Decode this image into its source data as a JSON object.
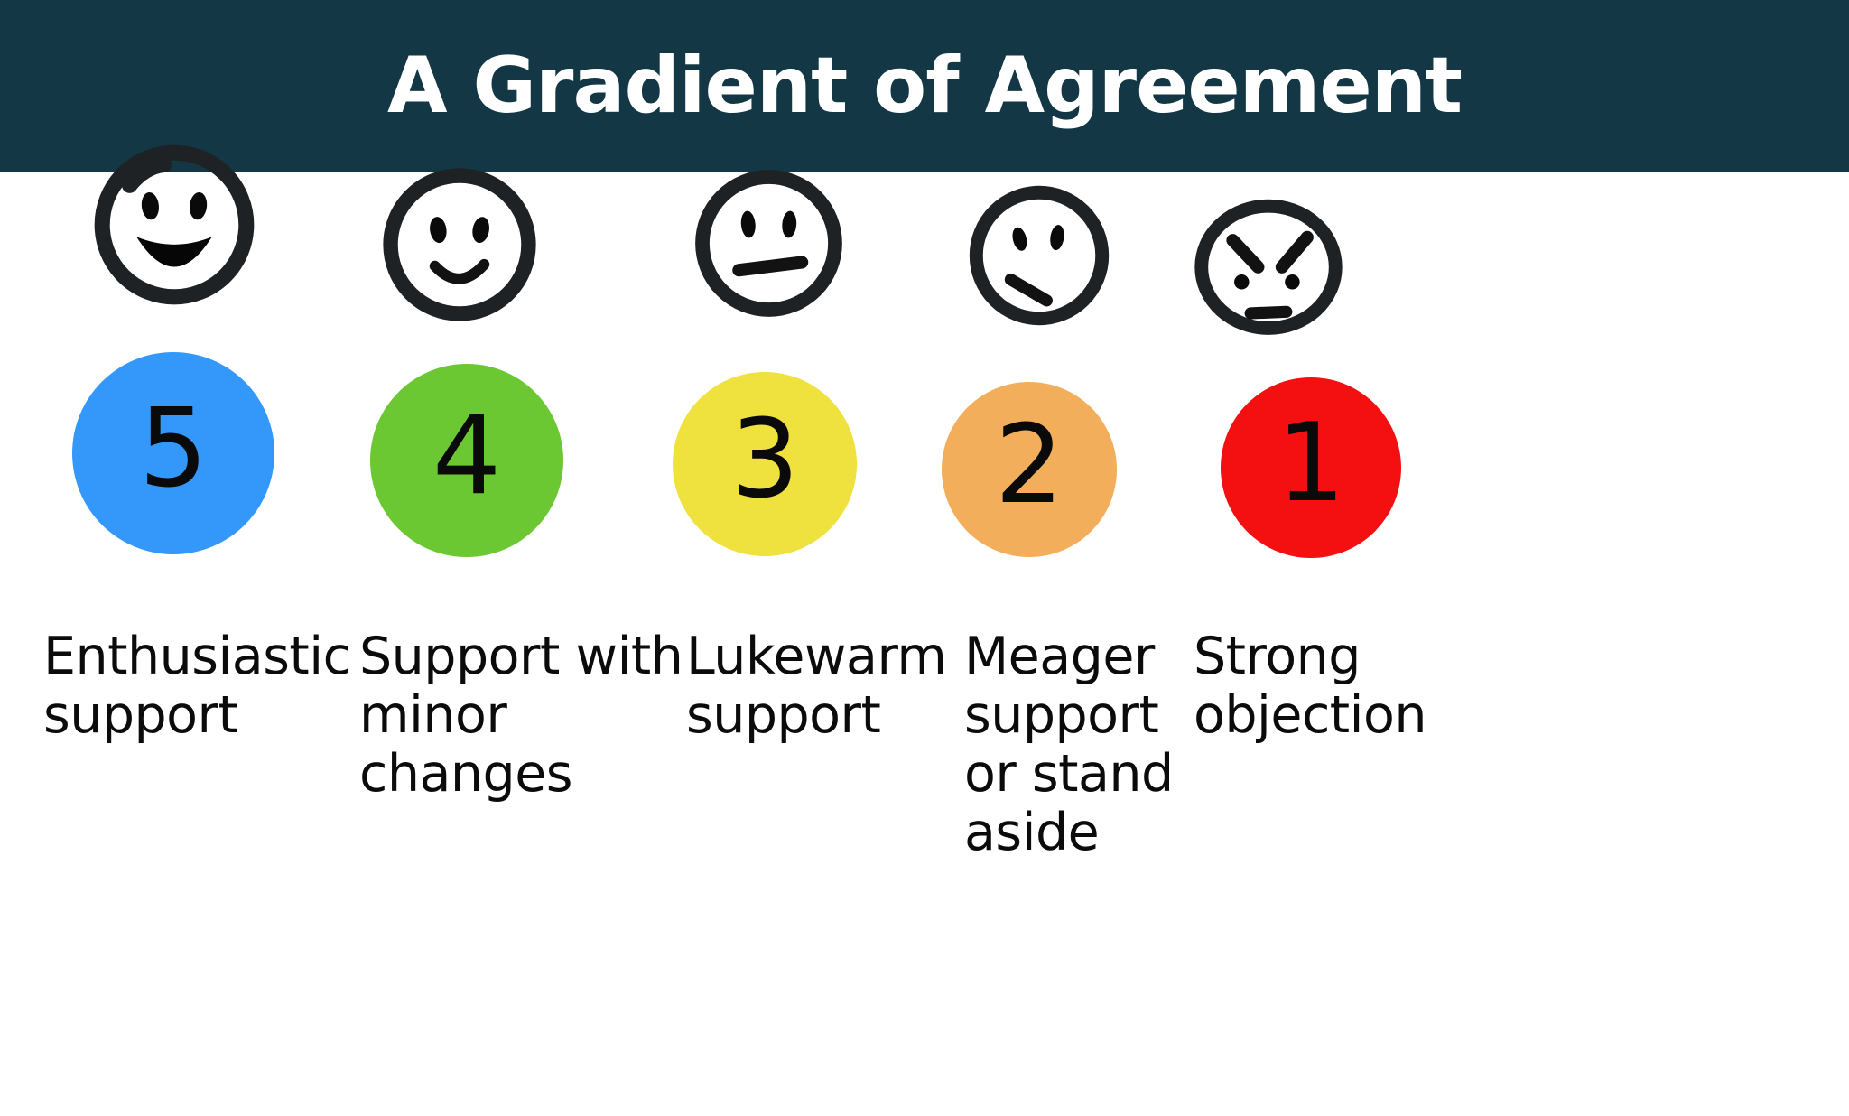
{
  "banner": {
    "title": "A Gradient of Agreement",
    "background_color": "#133744",
    "text_color": "#ffffff"
  },
  "page": {
    "background_color": "#ffffff",
    "text_color": "#0b0b0b"
  },
  "scale": {
    "name": "gradient-of-agreement",
    "levels": [
      {
        "number": "5",
        "face": "big-smile-face-icon",
        "color": "#3498fb",
        "color_name": "blue",
        "caption": "Enthusiastic support",
        "caption_lines": [
          "Enthusiastic",
          "support"
        ]
      },
      {
        "number": "4",
        "face": "slight-smile-face-icon",
        "color": "#6cc832",
        "color_name": "green",
        "caption": "Support with minor changes",
        "caption_lines": [
          "Support with",
          "minor changes"
        ]
      },
      {
        "number": "3",
        "face": "neutral-face-icon",
        "color": "#efe13e",
        "color_name": "yellow",
        "caption": "Lukewarm support",
        "caption_lines": [
          "Lukewarm",
          "support"
        ]
      },
      {
        "number": "2",
        "face": "frown-face-icon",
        "color": "#f2ae5b",
        "color_name": "orange",
        "caption": "Meager support or stand aside",
        "caption_lines": [
          "Meager",
          "support",
          "or stand",
          "aside"
        ]
      },
      {
        "number": "1",
        "face": "angry-face-icon",
        "color": "#f41010",
        "color_name": "red",
        "caption": "Strong objection",
        "caption_lines": [
          "Strong",
          "objection"
        ]
      }
    ]
  }
}
